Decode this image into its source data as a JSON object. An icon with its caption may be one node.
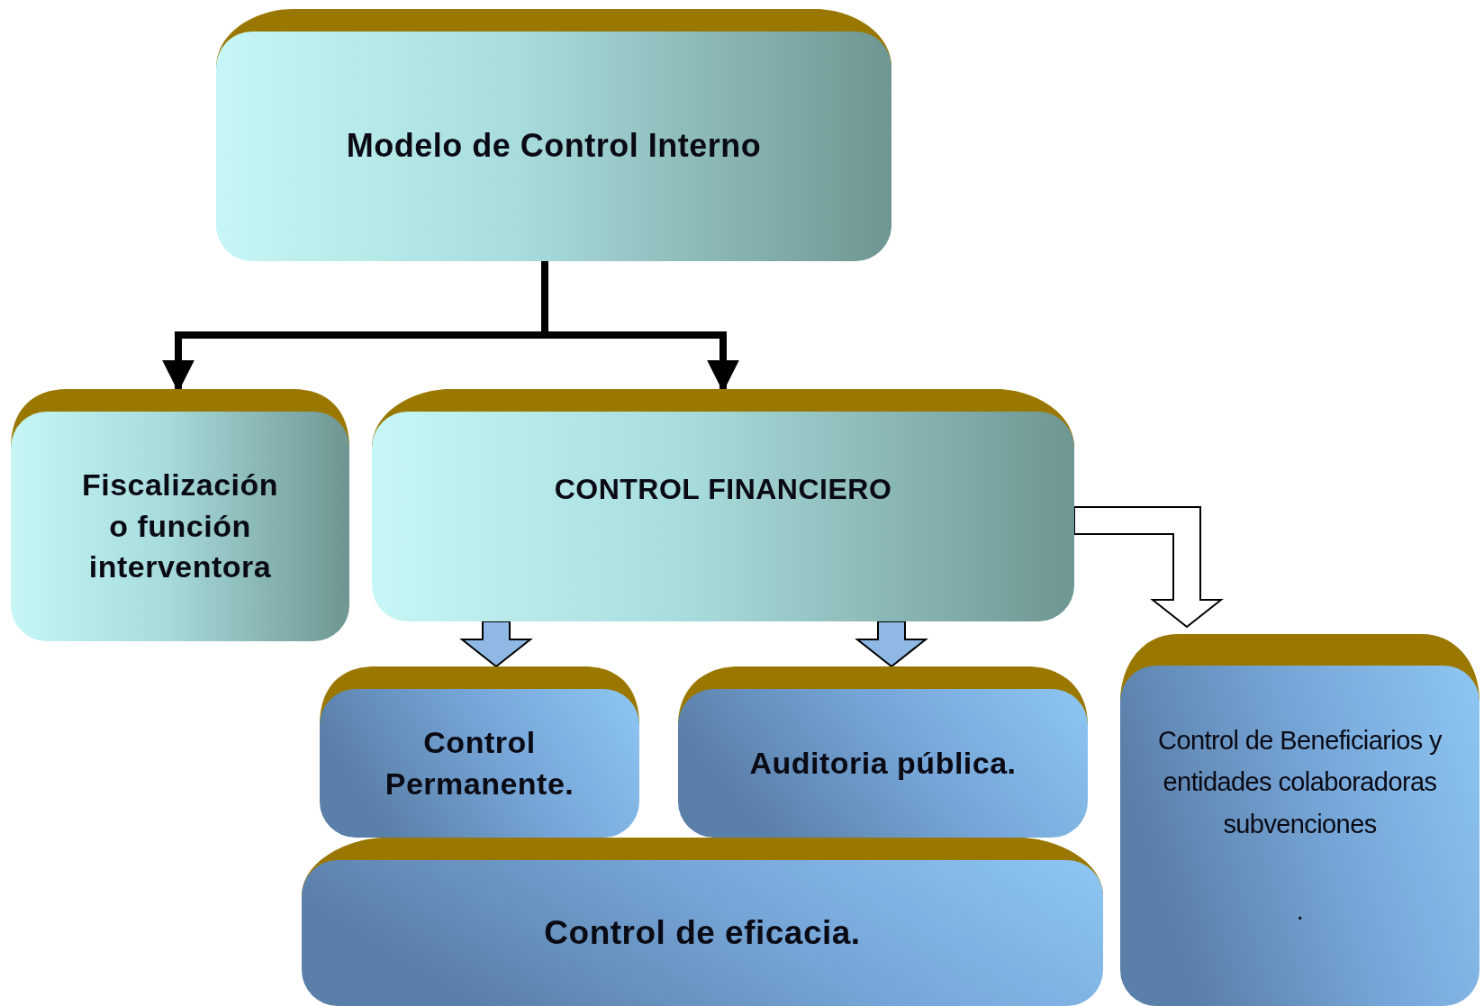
{
  "diagram": {
    "nodes": [
      {
        "text": [
          "Modelo de Control Interno"
        ]
      },
      {
        "text": [
          "Fiscalización o función interventora"
        ]
      },
      {
        "text": [
          "CONTROL FINANCIERO"
        ]
      },
      {
        "text": [
          "Control Permanente."
        ]
      },
      {
        "text": [
          "Auditoria pública."
        ]
      },
      {
        "text": [
          "Control de eficacia."
        ]
      },
      {
        "text": [
          "Control de Beneficiarios y entidades colaboradoras subvenciones",
          "."
        ]
      }
    ],
    "edges": [
      {
        "from": 0,
        "to": 1,
        "arrow": "to"
      },
      {
        "from": 0,
        "to": 2,
        "arrow": "to"
      },
      {
        "from": 2,
        "to": 3,
        "arrow": "to",
        "color": "#8fb8e4"
      },
      {
        "from": 2,
        "to": 4,
        "arrow": "to",
        "color": "#8fb8e4"
      },
      {
        "from": 2,
        "to": 6,
        "arrow": "to",
        "color": "#ffffff"
      }
    ]
  }
}
